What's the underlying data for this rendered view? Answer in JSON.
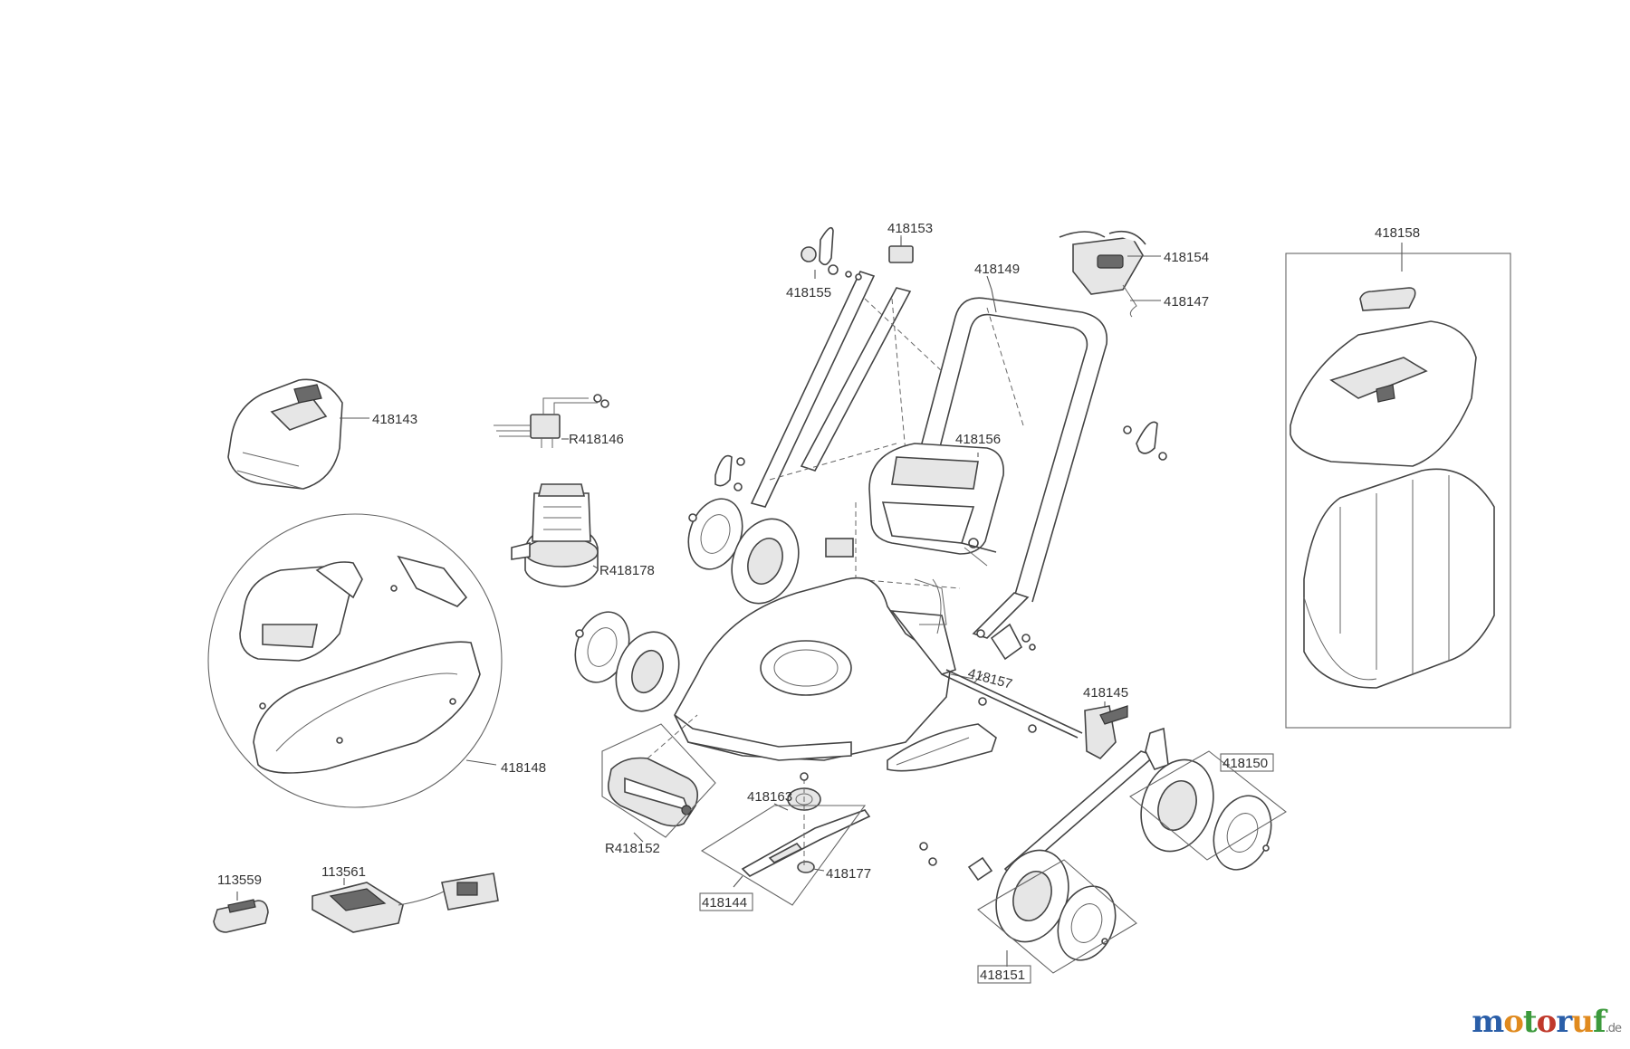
{
  "parts": {
    "p418153": "418153",
    "p418154": "418154",
    "p418149": "418149",
    "p418155": "418155",
    "p418147": "418147",
    "p418158": "418158",
    "p418143": "418143",
    "pR418146": "R418146",
    "p418156": "418156",
    "pR418178": "R418178",
    "p418157": "418157",
    "p418145": "418145",
    "p418148": "418148",
    "p418150": "418150",
    "p418163": "418163",
    "pR418152": "R418152",
    "p418177": "418177",
    "p418144": "418144",
    "p113559": "113559",
    "p113561": "113561",
    "p418151": "418151"
  },
  "watermark": {
    "letters": [
      "m",
      "o",
      "t",
      "o",
      "r",
      "u",
      "f"
    ],
    "colors": [
      "#2a5ea8",
      "#e08a1e",
      "#3c9a3c",
      "#c0392b",
      "#2a5ea8",
      "#e08a1e",
      "#3c9a3c"
    ],
    "suffix": ".de"
  }
}
